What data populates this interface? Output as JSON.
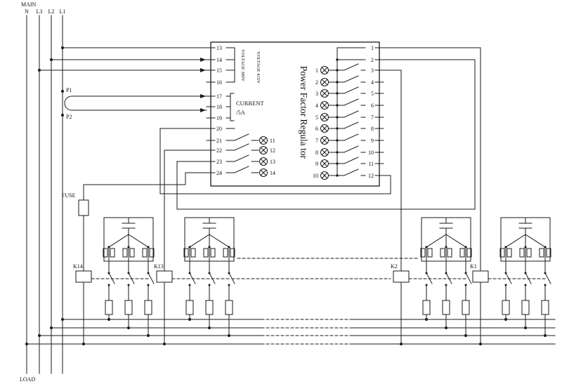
{
  "labels": {
    "main": "MAIN",
    "load": "LOAD",
    "fuse": "FUSE",
    "p1": "P1",
    "p2": "P2",
    "current": "CURRENT",
    "current_rating": "/5A",
    "voltage_380": "VOLTAGE 380V",
    "voltage_415": "VOLTAGE 415V",
    "regulator_title": "Power Factor Regula tor"
  },
  "phases": [
    "N",
    "L3",
    "L2",
    "L1"
  ],
  "regulator": {
    "left_terminals": [
      "13",
      "14",
      "15",
      "16",
      "17",
      "18",
      "19",
      "20",
      "21",
      "22",
      "23",
      "24"
    ],
    "right_terminals": [
      "1",
      "2",
      "3",
      "4",
      "5",
      "6",
      "7",
      "8",
      "9",
      "10",
      "11",
      "12"
    ],
    "left_indicators": [
      "11",
      "12",
      "13",
      "14"
    ],
    "right_indicators": [
      "1",
      "2",
      "3",
      "4",
      "5",
      "6",
      "7",
      "8",
      "9",
      "10"
    ]
  },
  "contactors": [
    "K14",
    "K13",
    "K2",
    "K1"
  ],
  "colors": {
    "line": "#1a1a1a",
    "background": "#ffffff"
  }
}
